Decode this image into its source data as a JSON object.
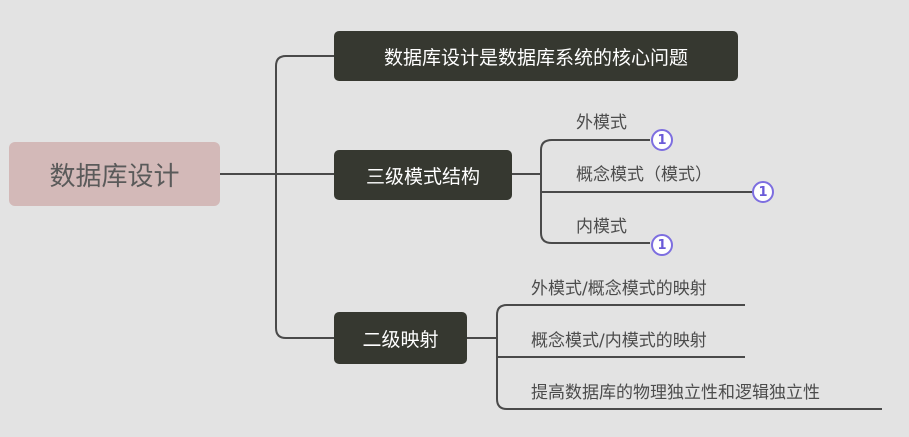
{
  "root": {
    "label": "数据库设计"
  },
  "branches": {
    "core": {
      "label": "数据库设计是数据库系统的核心问题"
    },
    "three_level": {
      "label": "三级模式结构",
      "children": [
        {
          "label": "外模式",
          "badge": "1"
        },
        {
          "label": "概念模式（模式）",
          "badge": "1"
        },
        {
          "label": "内模式",
          "badge": "1"
        }
      ]
    },
    "two_mapping": {
      "label": "二级映射",
      "children": [
        {
          "label": "外模式/概念模式的映射"
        },
        {
          "label": "概念模式/内模式的映射"
        },
        {
          "label": "提高数据库的物理独立性和逻辑独立性"
        }
      ]
    }
  },
  "colors": {
    "background": "#e3e3e3",
    "root_fill": "#d3b9b8",
    "node_fill": "#363830",
    "connector": "#4a4a4a",
    "badge_border": "#7d6ee0"
  }
}
